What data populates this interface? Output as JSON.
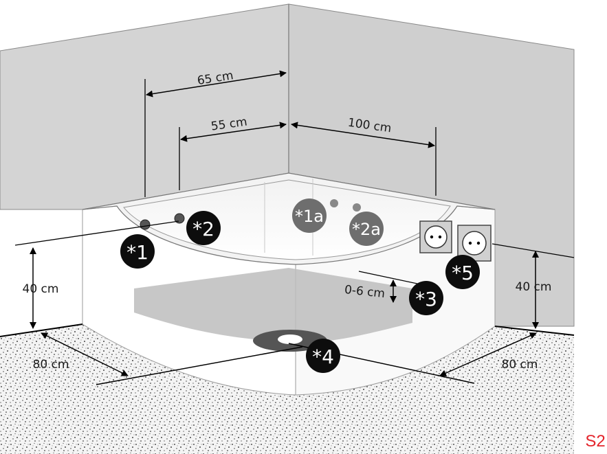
{
  "dimensions": {
    "d65": "65 cm",
    "d55": "55 cm",
    "d100": "100 cm",
    "d40_left": "40 cm",
    "d40_right": "40 cm",
    "d0_6": "0-6 cm",
    "d80_left": "80 cm",
    "d80_right": "80 cm"
  },
  "markers": {
    "m1": "*1",
    "m2": "*2",
    "m1a": "*1a",
    "m2a": "*2a",
    "m3": "*3",
    "m4": "*4",
    "m5": "*5"
  },
  "sheet_code": "S2",
  "colors": {
    "wall": "#d4d4d4",
    "floor_speckle": "#ededed",
    "marker_dark": "#0d0d0d",
    "marker_grey": "#6e6e6e",
    "sheet_code": "#e4252c"
  }
}
